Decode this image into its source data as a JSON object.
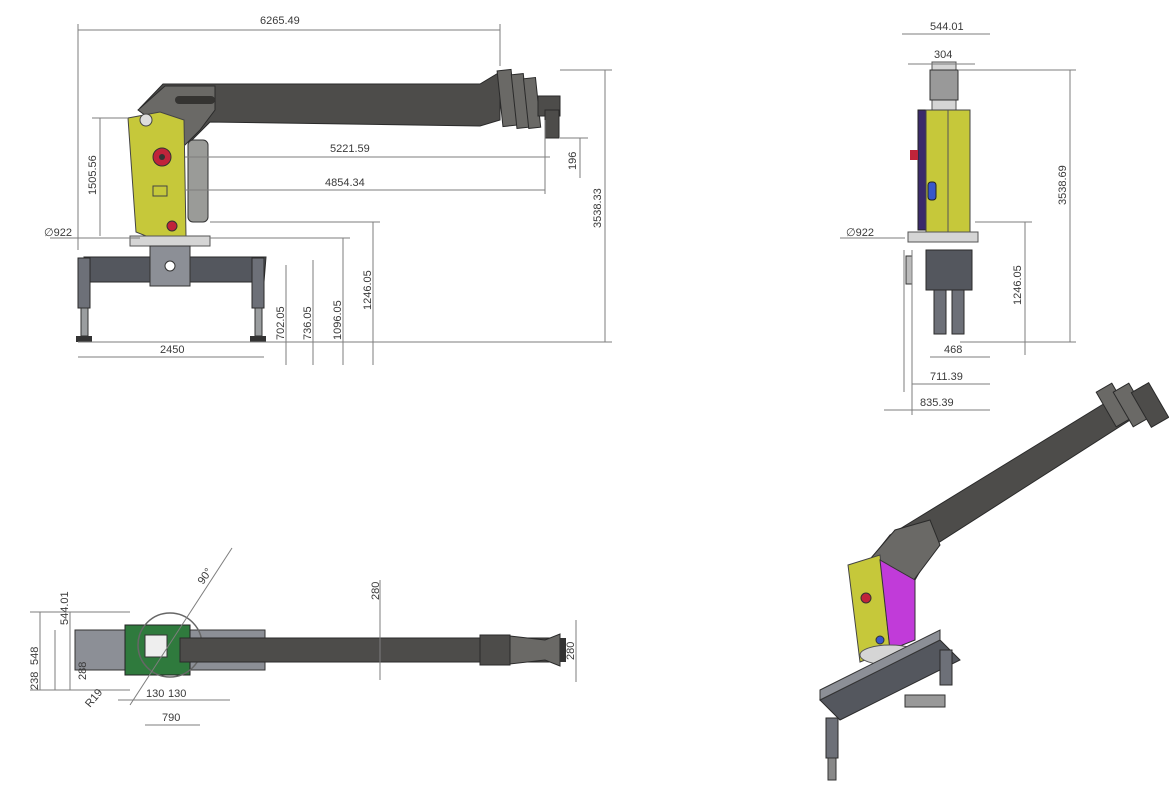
{
  "side_view": {
    "dims": {
      "overall_length": "6265.49",
      "reach_upper": "5221.59",
      "reach_lower": "4854.34",
      "column_height": "1505.56",
      "tip_height": "196",
      "total_height": "3538.33",
      "column_dia": "∅922",
      "leg_span": "2450",
      "leg_h1": "702.05",
      "leg_h2": "736.05",
      "leg_h3": "1096.05",
      "leg_h4": "1246.05"
    }
  },
  "front_view": {
    "dims": {
      "top_width": "544.01",
      "top_inner": "304",
      "total_height": "3538.69",
      "column_dia": "∅922",
      "base_height": "1246.05",
      "w1": "468",
      "w2": "711.39",
      "w3": "835.39"
    }
  },
  "top_view": {
    "dims": {
      "angle": "90°",
      "width_a": "544.01",
      "h1": "548",
      "h2": "238",
      "h3": "288",
      "radius": "R19",
      "s1": "130",
      "s2": "130",
      "span": "790",
      "boom_w": "280",
      "tip_w": "280"
    }
  },
  "colors": {
    "boom": "#4d4c4a",
    "column": "#c6c83a",
    "base": "#54575e",
    "accent_red": "#c0243a",
    "accent_blue": "#3856c9",
    "accent_green": "#2f7a3d",
    "accent_magenta": "#c13bd9"
  }
}
